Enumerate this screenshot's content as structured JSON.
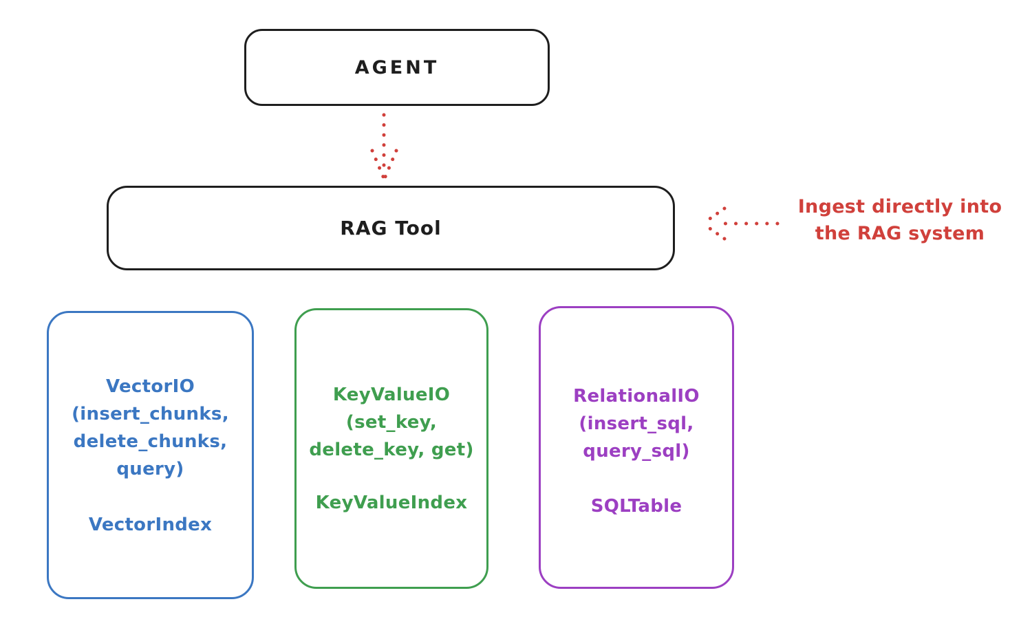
{
  "diagram": {
    "title_hint": "RAG Tool architecture sketch",
    "agent_box": {
      "label": "AGENT"
    },
    "rag_box": {
      "label": "RAG Tool"
    },
    "annotation": {
      "line1": "Ingest directly into",
      "line2": "the RAG system",
      "color": "#d0403b"
    },
    "arrows": [
      {
        "name": "agent-to-rag",
        "style": "dotted",
        "color": "#d0403b",
        "direction": "down"
      },
      {
        "name": "annotation-to-rag",
        "style": "dotted",
        "color": "#d0403b",
        "direction": "left"
      }
    ],
    "backends": [
      {
        "id": "vector-io",
        "color": "#3b77c2",
        "lines": [
          "VectorIO",
          "(insert_chunks,",
          "delete_chunks,",
          "query)"
        ],
        "index_label": "VectorIndex"
      },
      {
        "id": "keyvalue-io",
        "color": "#3f9e4f",
        "lines": [
          "KeyValueIO",
          "(set_key,",
          "delete_key, get)"
        ],
        "index_label": "KeyValueIndex"
      },
      {
        "id": "relational-io",
        "color": "#9c3fc2",
        "lines": [
          "RelationalIO",
          "(insert_sql,",
          "query_sql)"
        ],
        "index_label": "SQLTable"
      }
    ],
    "colors": {
      "stroke": "#1e1e1e",
      "background": "#ffffff",
      "red": "#d0403b",
      "blue": "#3b77c2",
      "green": "#3f9e4f",
      "purple": "#9c3fc2"
    }
  }
}
